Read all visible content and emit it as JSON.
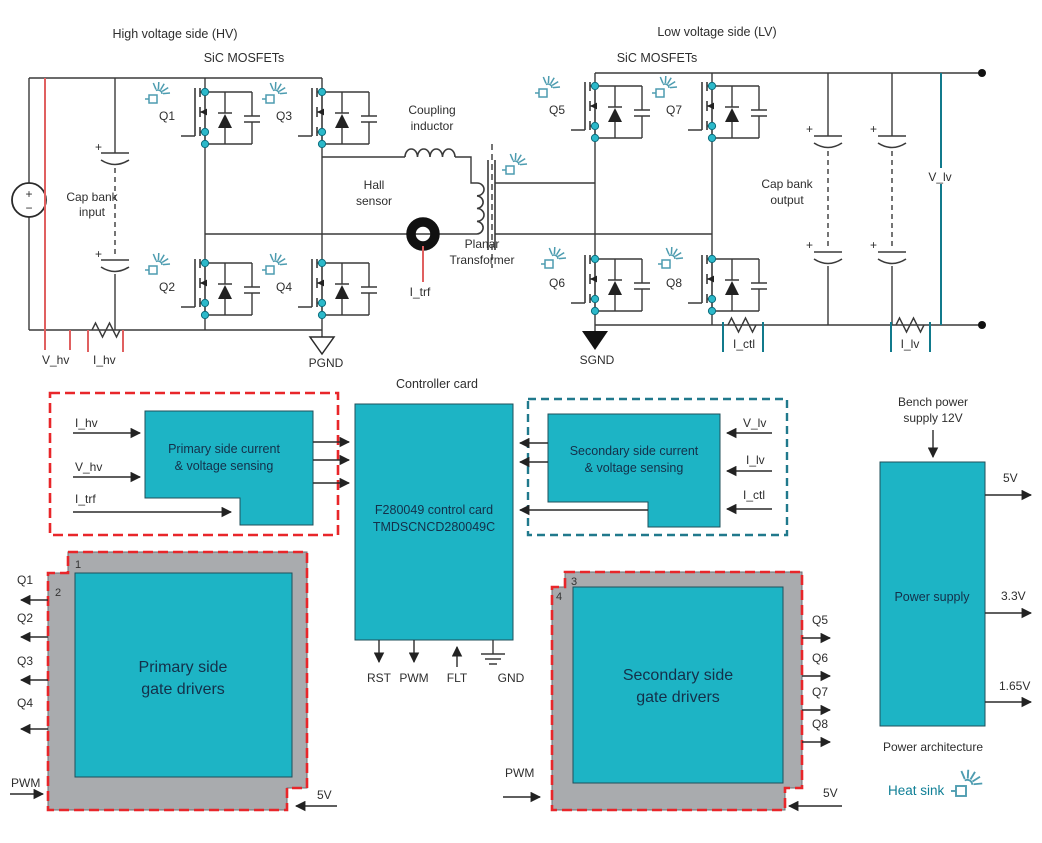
{
  "colors": {
    "block_teal": "#1db4c5",
    "board_gray": "#a9abae",
    "dashed_red": "#e8262a",
    "dashed_teal": "#20798c",
    "measure_red": "#e06060",
    "measure_teal": "#117a8c",
    "heatsink_icon": "#4d9cb0",
    "junction_dot": "#2cb9ca"
  },
  "hv": {
    "title": "High voltage side (HV)",
    "mosfet_heading": "SiC MOSFETs",
    "source_plus": "+",
    "source_minus": "−",
    "cap_plus": "+",
    "cap_bank_line1": "Cap bank",
    "cap_bank_line2": "input",
    "v_label": "V_hv",
    "i_label": "I_hv",
    "ground": "PGND",
    "transistors": [
      "Q1",
      "Q2",
      "Q3",
      "Q4"
    ]
  },
  "lv": {
    "title": "Low voltage side (LV)",
    "mosfet_heading": "SiC MOSFETs",
    "cap_plus": "+",
    "cap_bank_line1": "Cap bank",
    "cap_bank_line2": "output",
    "v_label": "V_lv",
    "ground": "SGND",
    "i_ctl_label": "I_ctl",
    "i_lv_label": "I_lv",
    "transistors": [
      "Q5",
      "Q6",
      "Q7",
      "Q8"
    ]
  },
  "link": {
    "coupling_line1": "Coupling",
    "coupling_line2": "inductor",
    "hall_line1": "Hall",
    "hall_line2": "sensor",
    "transformer_line1": "Planar",
    "transformer_line2": "Transformer",
    "i_trf_label": "I_trf"
  },
  "controller": {
    "heading": "Controller card",
    "line1": "F280049 control card",
    "line2": "TMDSCNCD280049C",
    "pin_rst": "RST",
    "pin_pwm": "PWM",
    "pin_flt": "FLT",
    "pin_gnd": "GND"
  },
  "sensing": {
    "primary": {
      "line1": "Primary side current",
      "line2": "& voltage sensing",
      "inputs": [
        "I_hv",
        "V_hv",
        "I_trf"
      ]
    },
    "secondary": {
      "line1": "Secondary side current",
      "line2": "& voltage sensing",
      "inputs": [
        "V_lv",
        "I_lv",
        "I_ctl"
      ]
    }
  },
  "drivers": {
    "primary": {
      "board_back": "1",
      "board_front": "2",
      "line1": "Primary side",
      "line2": "gate drivers",
      "outputs": [
        "Q1",
        "Q2",
        "Q3",
        "Q4"
      ],
      "pwm": "PWM",
      "supply": "5V"
    },
    "secondary": {
      "board_back": "3",
      "board_front": "4",
      "line1": "Secondary side",
      "line2": "gate drivers",
      "outputs": [
        "Q5",
        "Q6",
        "Q7",
        "Q8"
      ],
      "pwm": "PWM",
      "supply": "5V"
    }
  },
  "power": {
    "source_line1": "Bench power",
    "source_line2": "supply 12V",
    "block": "Power supply",
    "outputs": [
      "5V",
      "3.3V",
      "1.65V"
    ],
    "caption": "Power architecture"
  },
  "legend": {
    "heat_sink": "Heat sink"
  }
}
